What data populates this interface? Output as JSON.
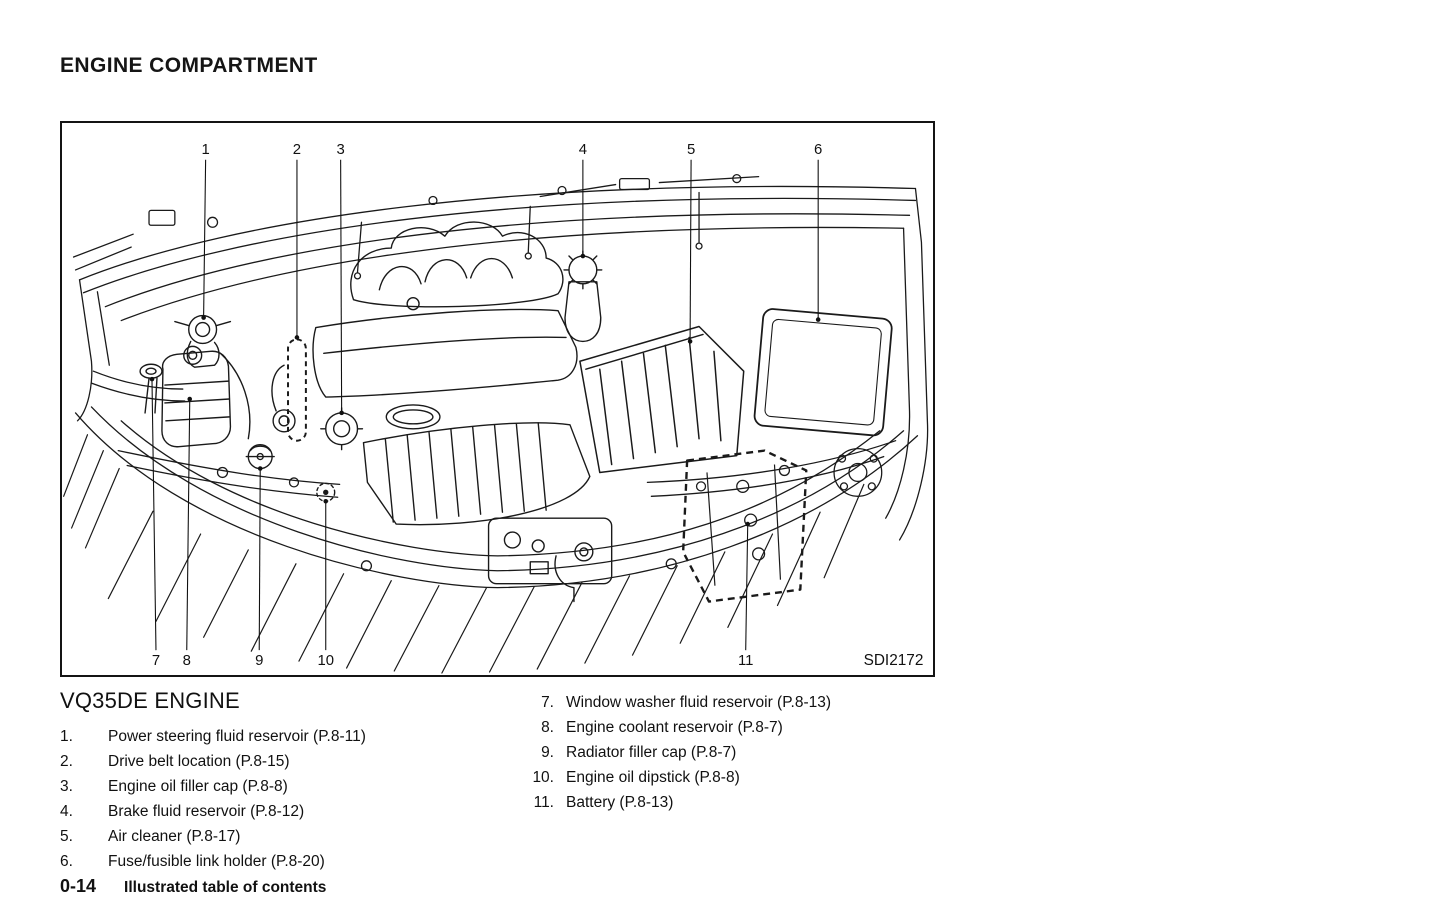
{
  "header": {
    "title": "ENGINE COMPARTMENT"
  },
  "colors": {
    "ink": "#111111",
    "background": "#ffffff"
  },
  "figure": {
    "code": "SDI2172",
    "callouts": [
      "1",
      "2",
      "3",
      "4",
      "5",
      "6",
      "7",
      "8",
      "9",
      "10",
      "11"
    ]
  },
  "legend": {
    "heading": "VQ35DE ENGINE",
    "left": [
      {
        "num": "1.",
        "text": "Power steering fluid reservoir (P.8-11)"
      },
      {
        "num": "2.",
        "text": "Drive belt location (P.8-15)"
      },
      {
        "num": "3.",
        "text": "Engine oil filler cap (P.8-8)"
      },
      {
        "num": "4.",
        "text": "Brake fluid reservoir (P.8-12)"
      },
      {
        "num": "5.",
        "text": "Air cleaner (P.8-17)"
      },
      {
        "num": "6.",
        "text": "Fuse/fusible link holder (P.8-20)"
      }
    ],
    "right": [
      {
        "num": "7.",
        "text": "Window washer fluid reservoir (P.8-13)"
      },
      {
        "num": "8.",
        "text": "Engine coolant reservoir (P.8-7)"
      },
      {
        "num": "9.",
        "text": "Radiator filler cap (P.8-7)"
      },
      {
        "num": "10.",
        "text": "Engine oil dipstick (P.8-8)"
      },
      {
        "num": "11.",
        "text": "Battery (P.8-13)"
      }
    ]
  },
  "footer": {
    "page_number": "0-14",
    "section": "Illustrated table of contents"
  }
}
